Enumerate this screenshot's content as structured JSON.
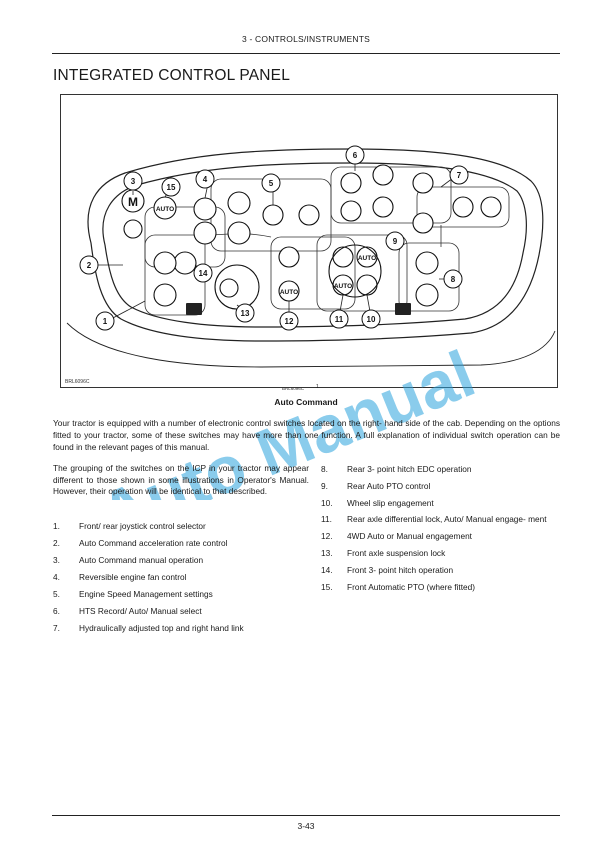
{
  "header": {
    "chapter": "3 - CONTROLS/INSTRUMENTS"
  },
  "section": {
    "title": "INTEGRATED CONTROL PANEL"
  },
  "figure": {
    "code_left": "BRL6096C",
    "code_center": "BRL6096C",
    "callouts": [
      "1",
      "2",
      "3",
      "4",
      "5",
      "6",
      "7",
      "8",
      "9",
      "10",
      "11",
      "12",
      "13",
      "14",
      "15"
    ],
    "button_labels": {
      "auto": "AUTO",
      "m": "M"
    }
  },
  "caption": {
    "number": "1",
    "title": "Auto Command"
  },
  "intro": "Your tractor is equipped with a number of electronic control switches located on the right- hand side of the cab. Depending on the options fitted to your tractor, some of these switches may have more than one function.  A full explanation of individual switch operation can be found in the relevant pages of this manual.",
  "left_paragraph": "The grouping of the switches on the ICP in your tractor may appear different to those shown in some illustrations in Operator's Manual.  However, their operation will be identical to that described.",
  "list_left": [
    {
      "num": "1.",
      "text": "Front/ rear joystick control selector"
    },
    {
      "num": "2.",
      "text": "Auto Command acceleration rate control"
    },
    {
      "num": "3.",
      "text": "Auto Command manual operation"
    },
    {
      "num": "4.",
      "text": "Reversible engine fan control"
    },
    {
      "num": "5.",
      "text": "Engine Speed Management settings"
    },
    {
      "num": "6.",
      "text": "HTS Record/ Auto/ Manual select"
    },
    {
      "num": "7.",
      "text": "Hydraulically adjusted top and right hand link"
    }
  ],
  "list_right": [
    {
      "num": "8.",
      "text": "Rear 3- point hitch EDC operation"
    },
    {
      "num": "9.",
      "text": "Rear Auto PTO control"
    },
    {
      "num": "10.",
      "text": "Wheel slip engagement"
    },
    {
      "num": "11.",
      "text": "Rear axle differential lock, Auto/ Manual engage- ment"
    },
    {
      "num": "12.",
      "text": "4WD Auto or Manual engagement"
    },
    {
      "num": "13.",
      "text": "Front axle suspension lock"
    },
    {
      "num": "14.",
      "text": "Front 3- point hitch operation"
    },
    {
      "num": "15.",
      "text": "Front Automatic PTO (where fitted)"
    }
  ],
  "watermark": "Auto Manual",
  "footer": {
    "page": "3-43"
  },
  "colors": {
    "watermark": "#29a3dc",
    "text": "#1a1a1a"
  }
}
